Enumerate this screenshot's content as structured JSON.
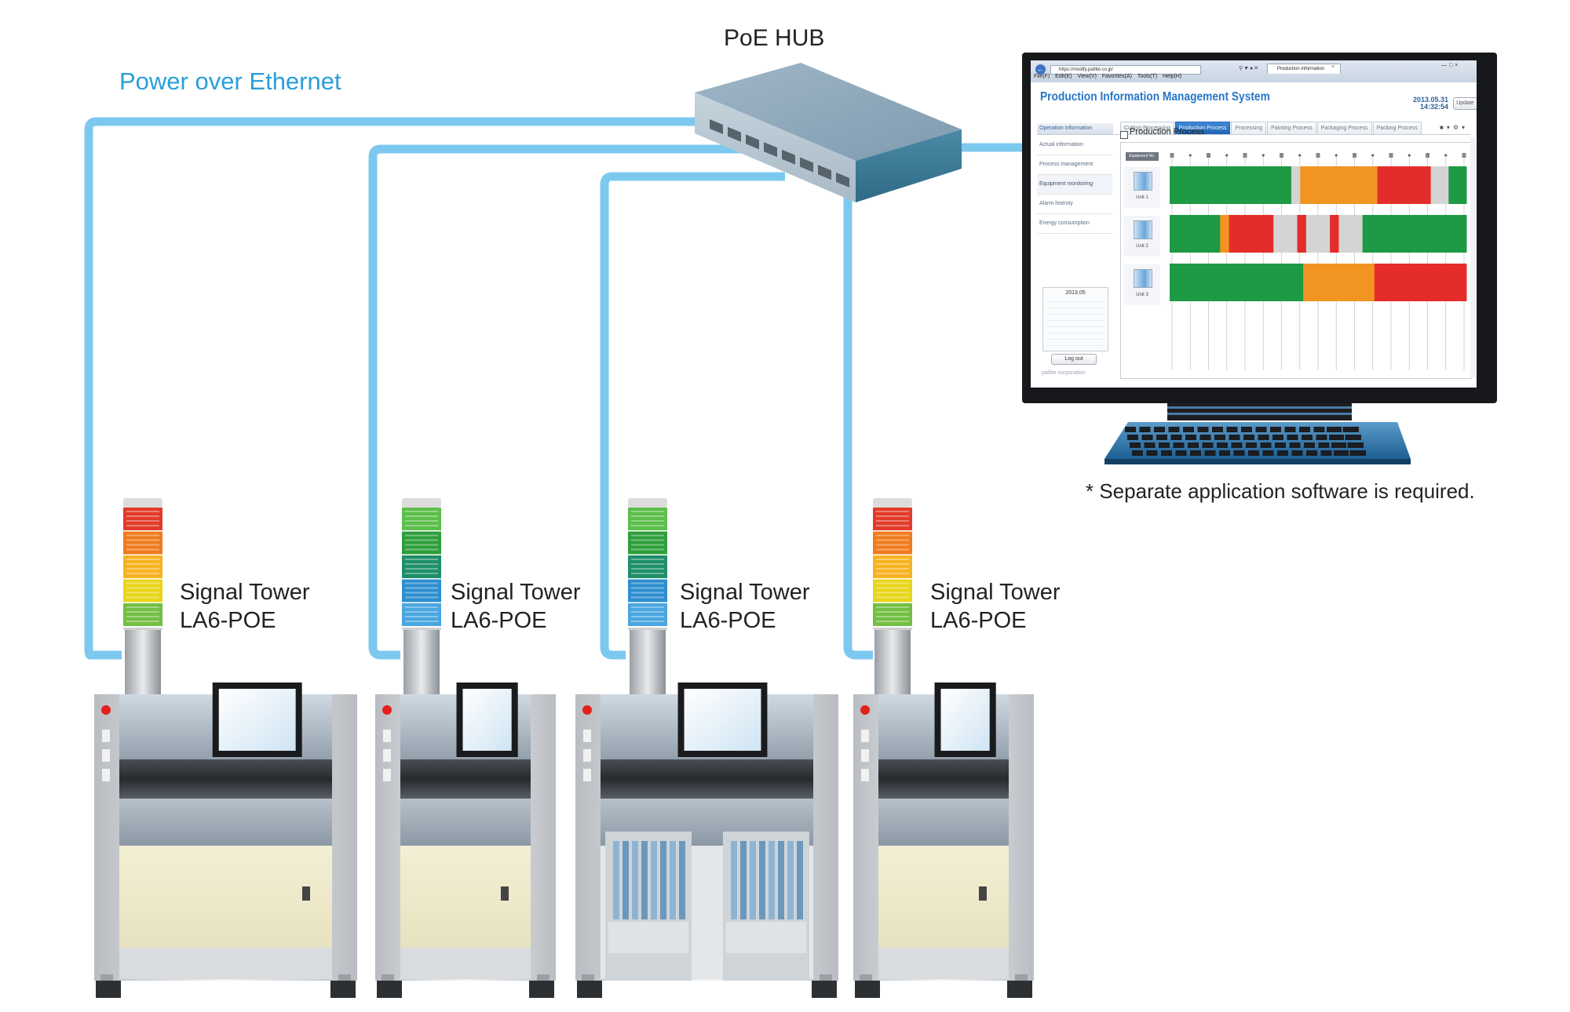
{
  "diagram": {
    "poe_label": "Power over Ethernet",
    "hub_label": "PoE HUB",
    "note": "* Separate application software is required.",
    "towers": [
      {
        "name": "Signal Tower",
        "model": "LA6-POE",
        "tiers": [
          "#e23b2a",
          "#f07b1d",
          "#f6b321",
          "#e9d51a",
          "#73bf43"
        ]
      },
      {
        "name": "Signal Tower",
        "model": "LA6-POE",
        "tiers": [
          "#5cbf4b",
          "#2e9e3b",
          "#1f8f6a",
          "#2e8fcf",
          "#4aa6e0"
        ]
      },
      {
        "name": "Signal Tower",
        "model": "LA6-POE",
        "tiers": [
          "#5cbf4b",
          "#2e9e3b",
          "#1f8f6a",
          "#2e8fcf",
          "#4aa6e0"
        ]
      },
      {
        "name": "Signal Tower",
        "model": "LA6-POE",
        "tiers": [
          "#e23b2a",
          "#f07b1d",
          "#f6b321",
          "#e9d51a",
          "#73bf43"
        ]
      }
    ],
    "colors": {
      "cable": "#7dc8ef",
      "label_blue": "#2a9fd8",
      "hub_top": "#8aa6b8",
      "hub_side": "#3f7c98"
    }
  },
  "app": {
    "url": "https://modify.patlite.co.jp/",
    "browser_tab": "Production information",
    "menu": [
      "File(F)",
      "Edit(E)",
      "View(V)",
      "Favorites(A)",
      "Tools(T)",
      "Help(H)"
    ],
    "title": "Production Information Management System",
    "date": "2013.05.31",
    "time": "14:32:54",
    "update_button": "Update",
    "operation_tab": "Operation information",
    "process_tabs": [
      "Cutting Processing",
      "Production Process",
      "Processing",
      "Painting Process",
      "Packaging Process",
      "Packing Process"
    ],
    "active_process_tab": 1,
    "sidebar": [
      "Actual information",
      "Process management",
      "Equipment monitoring",
      "Alarm histroty",
      "Energy consumption"
    ],
    "calendar_month": "2013.05",
    "logout": "Log out",
    "company": "patlite corporation",
    "panel_title": "Production Process",
    "equipment_header": "Equipment No.",
    "units": [
      {
        "label": "Unit 1",
        "segments": [
          [
            "green",
            0.41
          ],
          [
            "gray",
            0.03
          ],
          [
            "orange",
            0.26
          ],
          [
            "red",
            0.18
          ],
          [
            "gray",
            0.06
          ],
          [
            "green",
            0.06
          ]
        ]
      },
      {
        "label": "Unit 2",
        "segments": [
          [
            "green",
            0.17
          ],
          [
            "orange",
            0.03
          ],
          [
            "red",
            0.15
          ],
          [
            "gray",
            0.08
          ],
          [
            "red",
            0.03
          ],
          [
            "gray",
            0.08
          ],
          [
            "red",
            0.03
          ],
          [
            "gray",
            0.08
          ],
          [
            "green",
            0.35
          ]
        ]
      },
      {
        "label": "Unit 3",
        "segments": [
          [
            "green",
            0.45
          ],
          [
            "orange",
            0.24
          ],
          [
            "red",
            0.31
          ]
        ]
      }
    ],
    "status_colors": {
      "green": "#1e9a45",
      "orange": "#f29422",
      "red": "#e42d2a",
      "gray": "#d4d4d4"
    }
  }
}
